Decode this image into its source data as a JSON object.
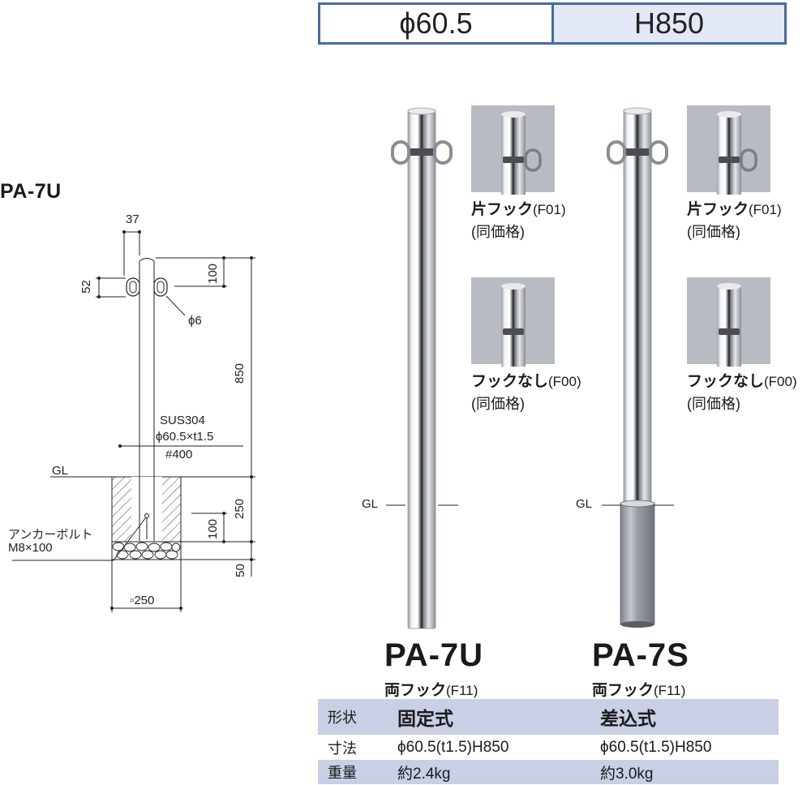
{
  "header": {
    "diameter": "ϕ60.5",
    "height": "H850"
  },
  "drawing": {
    "title": "PA-7U",
    "dims": {
      "d37": "37",
      "d52": "52",
      "d100_top": "100",
      "d6": "ϕ6",
      "d850": "850",
      "material": "SUS304",
      "pipe": "ϕ60.5×t1.5",
      "finish": "#400",
      "gl": "GL",
      "d250_v": "250",
      "d100_bot": "100",
      "anchor1": "アンカーボルト",
      "anchor2": "M8×100",
      "d50": "50",
      "base": "▫250"
    }
  },
  "photos": {
    "gl_label": "GL",
    "hook_one_bold": "片フック",
    "hook_one_code": "(F01)",
    "hook_none_bold": "フックなし",
    "hook_none_code": "(F00)",
    "same_price": "(同価格)"
  },
  "models": [
    {
      "name": "PA-7U",
      "hook_bold": "両フック",
      "hook_code": "(F11)"
    },
    {
      "name": "PA-7S",
      "hook_bold": "両フック",
      "hook_code": "(F11)"
    }
  ],
  "table": {
    "rows": [
      {
        "label": "形状",
        "a": "固定式",
        "b": "差込式"
      },
      {
        "label": "寸法",
        "a": "ϕ60.5(t1.5)H850",
        "b": "ϕ60.5(t1.5)H850"
      },
      {
        "label": "重量",
        "a": "約2.4kg",
        "b": "約3.0kg"
      }
    ]
  },
  "colors": {
    "border_blue": "#4a6aa0",
    "box_fill": "#e3e8f6",
    "table_band": "#c9cfe5",
    "swatch_bg": "#b8bcc2"
  }
}
